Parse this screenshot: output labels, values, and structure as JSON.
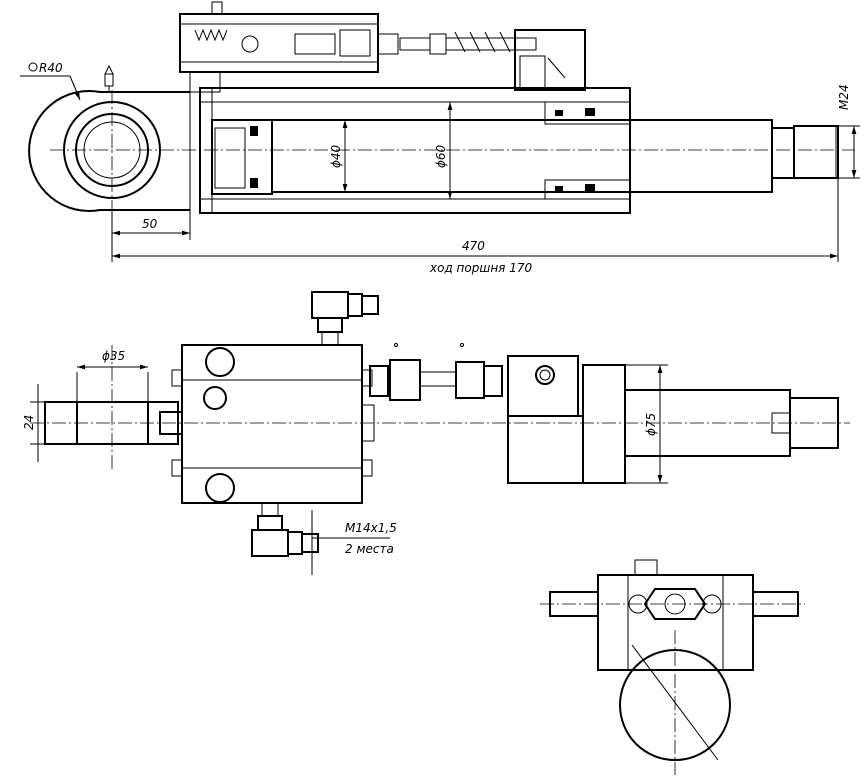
{
  "labels": {
    "radius": "R40",
    "eye_offset": "50",
    "total_length": "470",
    "stroke": "ход поршня 170",
    "rod_dia": "ϕ40",
    "bore_dia": "ϕ60",
    "thread_end": "M24",
    "eye_width_dia": "ϕ35",
    "eye_thickness": "24",
    "body_dia": "ϕ75",
    "port_thread": "M14x1,5",
    "port_count": "2 места"
  },
  "colors": {
    "line": "#000000",
    "background": "#ffffff"
  }
}
